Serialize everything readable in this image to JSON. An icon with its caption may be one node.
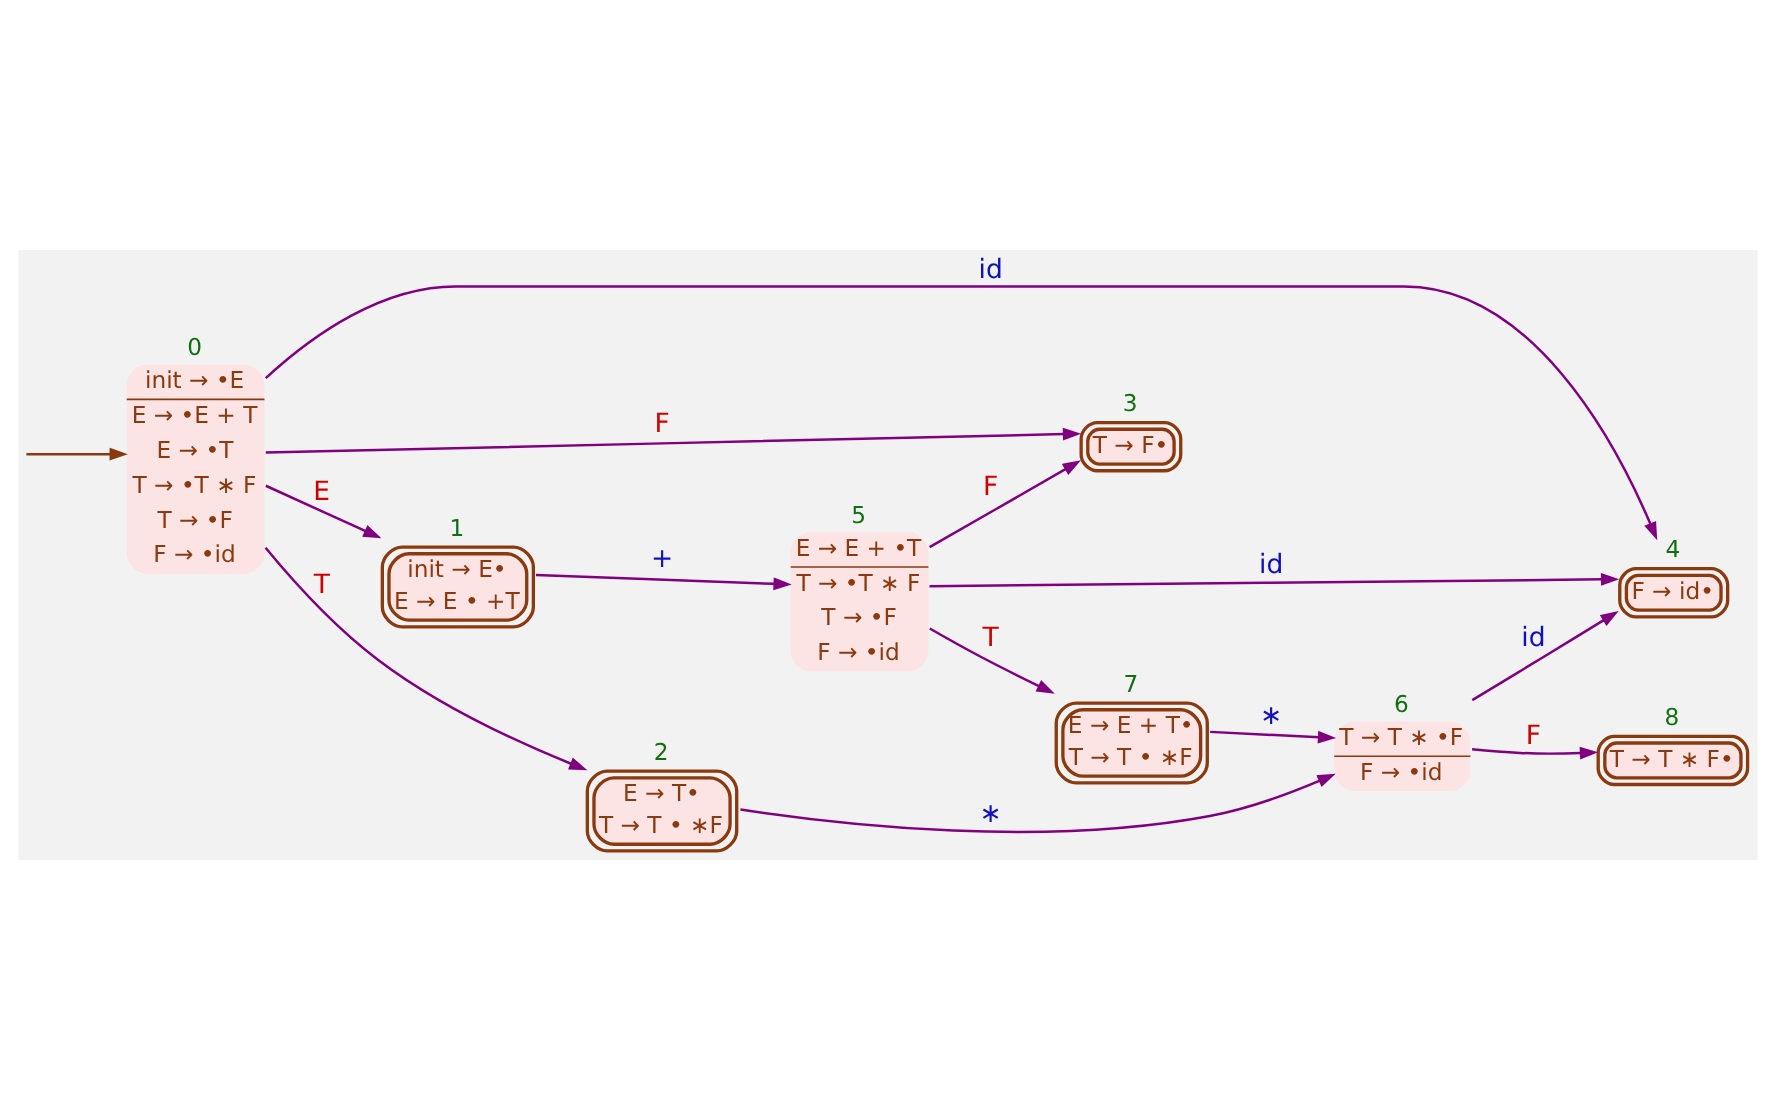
{
  "diagram": {
    "nodes": [
      {
        "text": [
          "init → •E",
          "E → •E + T",
          "E → •T",
          "T → •T ∗ F",
          "T → •F",
          "F → •id"
        ],
        "beside": [
          "0"
        ]
      },
      {
        "text": [
          "init → E•",
          "E → E • +T"
        ],
        "beside": [
          "1"
        ]
      },
      {
        "text": [
          "E → T•",
          "T → T • ∗F"
        ],
        "beside": [
          "2"
        ]
      },
      {
        "text": [
          "T → F•"
        ],
        "beside": [
          "3"
        ]
      },
      {
        "text": [
          "F → id•"
        ],
        "beside": [
          "4"
        ]
      },
      {
        "text": [
          "E → E + •T",
          "T → •T ∗ F",
          "T → •F",
          "F → •id"
        ],
        "beside": [
          "5"
        ]
      },
      {
        "text": [
          "T → T ∗ •F",
          "F → •id"
        ],
        "beside": [
          "6"
        ]
      },
      {
        "text": [
          "E → E + T•",
          "T → T • ∗F"
        ],
        "beside": [
          "7"
        ]
      },
      {
        "text": [
          "T → T ∗ F•"
        ],
        "beside": [
          "8"
        ]
      }
    ],
    "edges": [
      {
        "from": null,
        "to": 0,
        "arrow": "to",
        "color": "#8b3a0f"
      },
      {
        "from": 0,
        "to": 4,
        "arrow": "to",
        "label": "id"
      },
      {
        "from": 0,
        "to": 3,
        "arrow": "to",
        "label": "F"
      },
      {
        "from": 5,
        "to": 3,
        "arrow": "to",
        "label": "F"
      },
      {
        "from": 5,
        "to": 4,
        "arrow": "to",
        "label": "id"
      },
      {
        "from": 0,
        "to": 1,
        "arrow": "to",
        "label": "E"
      },
      {
        "from": 1,
        "to": 5,
        "arrow": "to",
        "label": "+"
      },
      {
        "from": 5,
        "to": 7,
        "arrow": "to",
        "label": "T"
      },
      {
        "from": 6,
        "to": 4,
        "arrow": "to",
        "label": "id"
      },
      {
        "from": 6,
        "to": 8,
        "arrow": "to",
        "label": "F"
      },
      {
        "from": 0,
        "to": 2,
        "arrow": "to",
        "label": "T"
      },
      {
        "from": 7,
        "to": 6,
        "arrow": "to",
        "label": "∗"
      },
      {
        "from": 2,
        "to": 6,
        "arrow": "to",
        "label": "∗"
      }
    ]
  }
}
